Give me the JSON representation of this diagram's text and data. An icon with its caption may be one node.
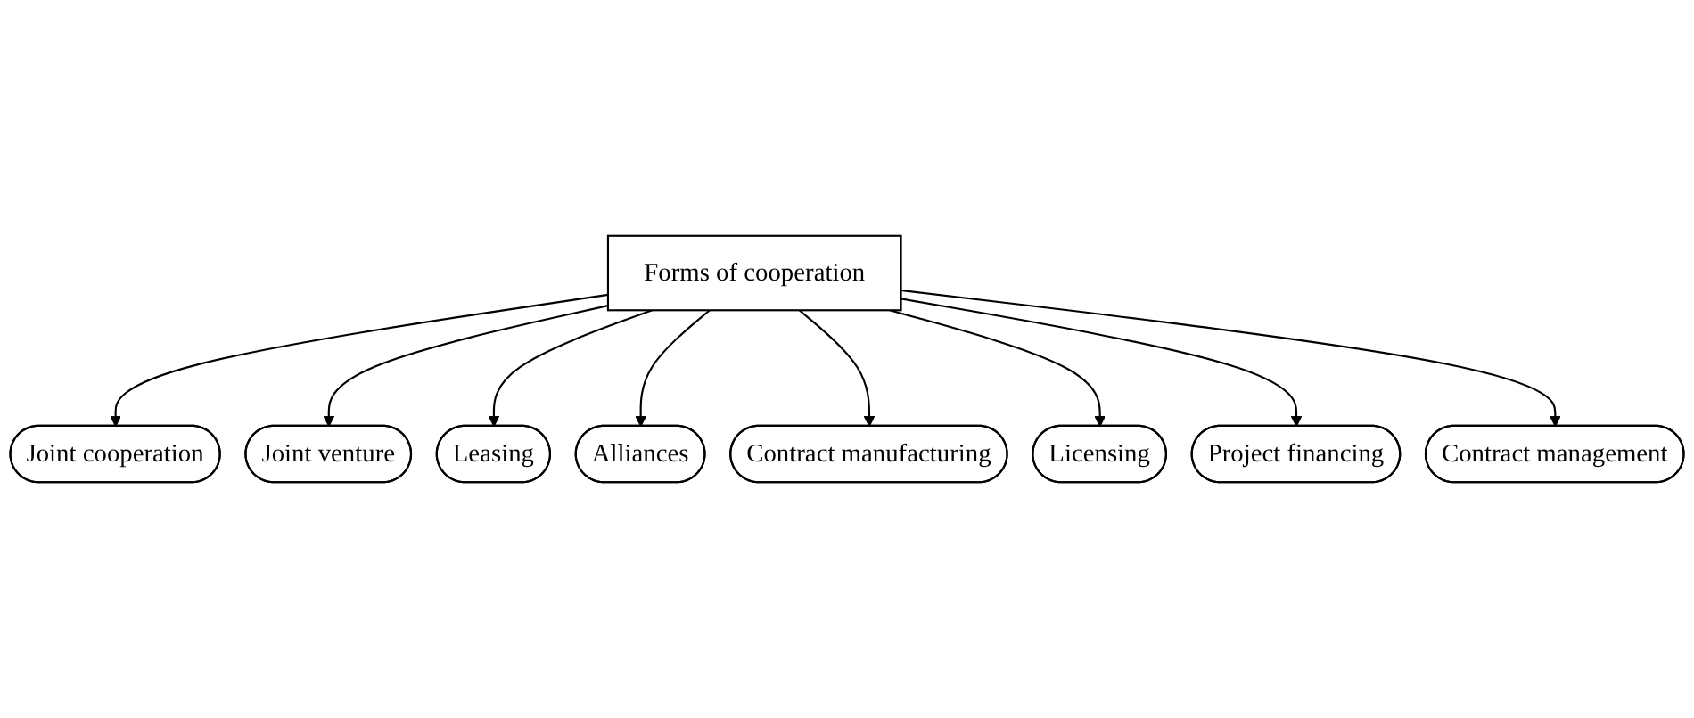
{
  "diagram": {
    "nodes": [
      {
        "text": [
          "Forms of cooperation"
        ]
      },
      {
        "text": [
          "Joint cooperation"
        ]
      },
      {
        "text": [
          "Joint venture"
        ]
      },
      {
        "text": [
          "Leasing"
        ]
      },
      {
        "text": [
          "Alliances"
        ]
      },
      {
        "text": [
          "Contract manufacturing"
        ]
      },
      {
        "text": [
          "Licensing"
        ]
      },
      {
        "text": [
          "Project financing"
        ]
      },
      {
        "text": [
          "Contract management"
        ]
      }
    ],
    "edges": [
      {
        "from": 0,
        "to": 1,
        "arrow": "to"
      },
      {
        "from": 0,
        "to": 2,
        "arrow": "to"
      },
      {
        "from": 0,
        "to": 3,
        "arrow": "to"
      },
      {
        "from": 0,
        "to": 4,
        "arrow": "to"
      },
      {
        "from": 0,
        "to": 5,
        "arrow": "to"
      },
      {
        "from": 0,
        "to": 6,
        "arrow": "to"
      },
      {
        "from": 0,
        "to": 7,
        "arrow": "to"
      },
      {
        "from": 0,
        "to": 8,
        "arrow": "to"
      }
    ]
  }
}
